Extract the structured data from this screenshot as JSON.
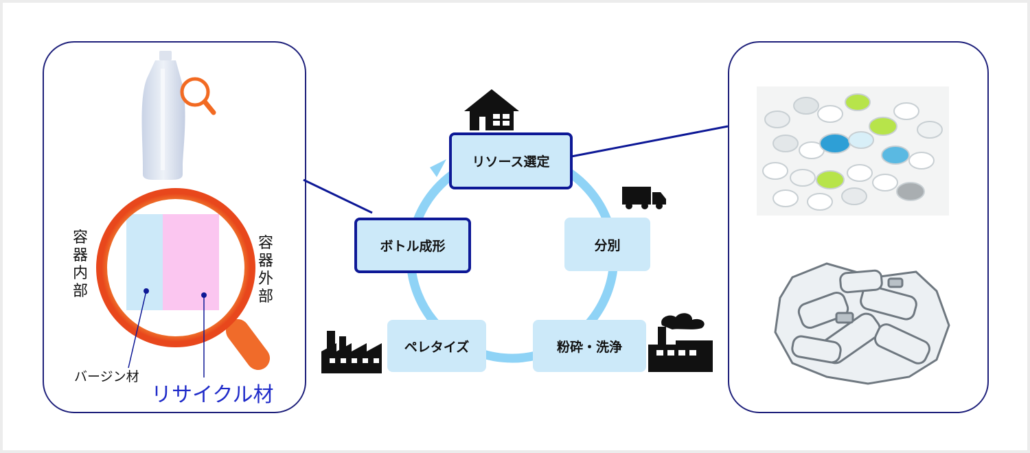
{
  "labels": {
    "container_inside": "容器内部",
    "container_outside": "容器外部",
    "virgin_material": "バージン材",
    "recycled_material": "リサイクル材"
  },
  "cycle_steps": [
    {
      "id": "resource",
      "label": "リソース選定",
      "highlighted": true,
      "icon": "house-icon"
    },
    {
      "id": "sort",
      "label": "分別",
      "highlighted": false,
      "icon": "truck-icon"
    },
    {
      "id": "crush",
      "label": "粉砕・洗浄",
      "highlighted": false,
      "icon": "factory-smoke-icon"
    },
    {
      "id": "pellet",
      "label": "ペレタイズ",
      "highlighted": false,
      "icon": "factory-icon"
    },
    {
      "id": "molding",
      "label": "ボトル成形",
      "highlighted": true,
      "icon": ""
    }
  ],
  "colors": {
    "panel_border": "#1d1f7a",
    "step_fill": "#cce9f9",
    "step_highlight_border": "#0d1896",
    "cycle_ring": "#8fd3f6",
    "magnifier_ring": "#f26a22",
    "virgin_layer": "#cce9f9",
    "recycled_layer": "#fbc6f0",
    "recycled_text": "#1f2bc9"
  }
}
